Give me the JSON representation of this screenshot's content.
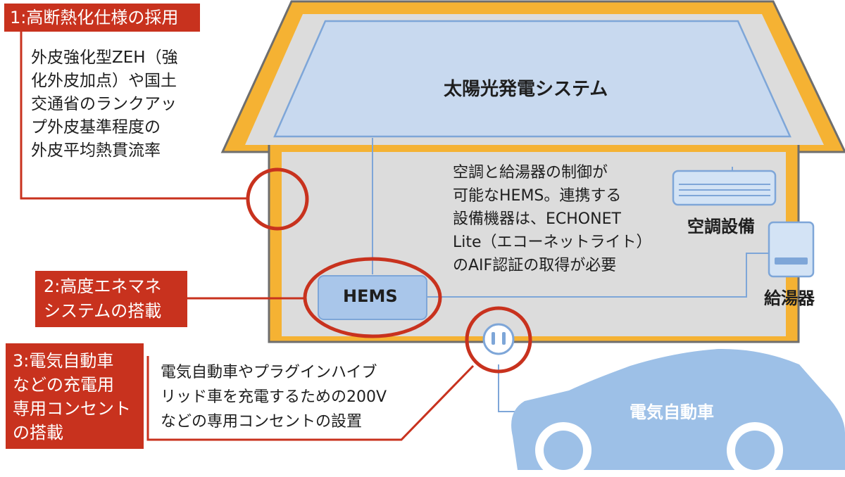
{
  "solar_panel": {
    "label": "太陽光発電システム"
  },
  "hems_box": {
    "label": "HEMS"
  },
  "aircon": {
    "label": "空調設備"
  },
  "water_heater": {
    "label": "給湯器"
  },
  "car": {
    "label": "電気自動車"
  },
  "callouts": [
    {
      "heading_lines": [
        "1:高断熱化仕様の採用"
      ],
      "description_lines": [
        "外皮強化型ZEH（強",
        "化外皮加点）や国土",
        "交通省のランクアッ",
        "プ外皮基準程度の",
        "外皮平均熱貫流率"
      ]
    },
    {
      "heading_lines": [
        "2:高度エネマネ",
        "システムの搭載"
      ],
      "description_lines": [
        "空調と給湯器の制御が",
        "可能なHEMS。連携する",
        "設備機器は、ECHONET",
        "Lite（エコーネットライト）",
        "のAIF認証の取得が必要"
      ]
    },
    {
      "heading_lines": [
        "3:電気自動車",
        "などの充電用",
        "専用コンセント",
        "の搭載"
      ],
      "description_lines": [
        "電気自動車やプラグインハイブ",
        "リッド車を充電するための200V",
        "などの専用コンセントの設置"
      ]
    }
  ],
  "colors": {
    "accent_red": "#c8321e",
    "roof_orange": "#f5b233",
    "wall_gray": "#dcdcdc",
    "panel_blue": "#c8d9ef",
    "device_blue": "#a9c6ea",
    "car_blue": "#9dc0e7"
  }
}
